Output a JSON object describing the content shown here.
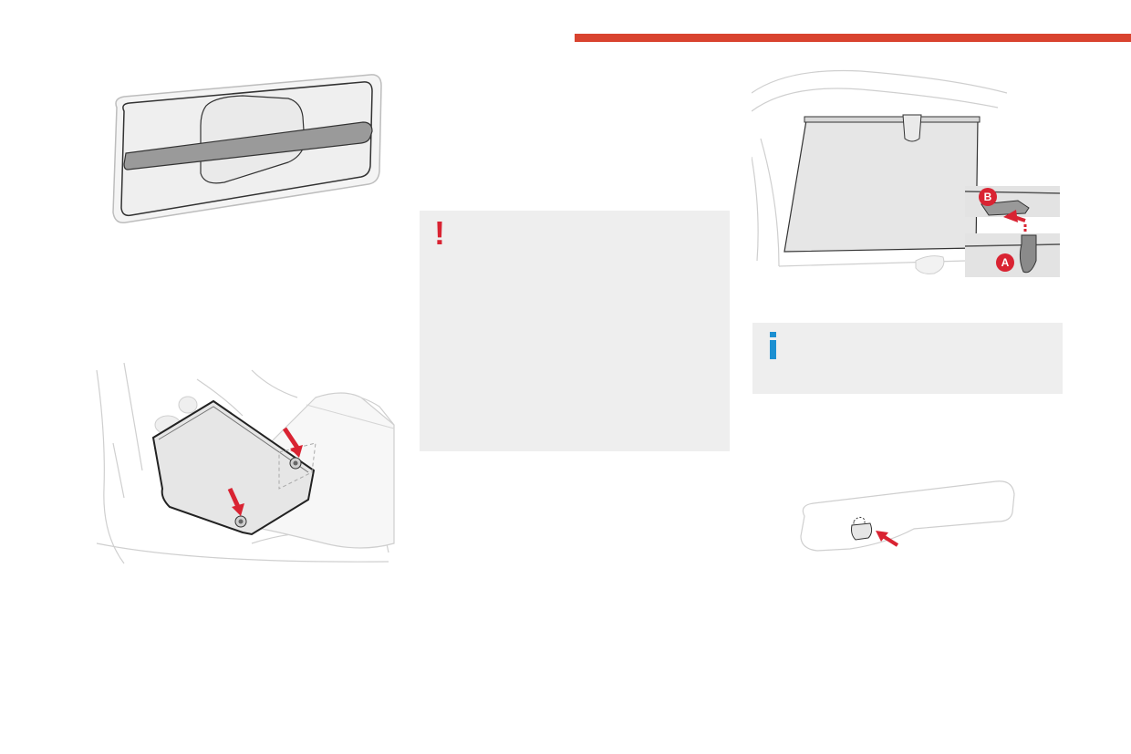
{
  "page": {
    "accent_color": "#d9432f",
    "warning_color": "#d92332",
    "info_color": "#1b8fd1",
    "box_background": "#eeeeee"
  },
  "warning_box": {
    "icon": "!"
  },
  "info_box": {
    "icon": "i"
  },
  "sunblind_illustration": {
    "callouts": [
      "A",
      "B"
    ]
  }
}
